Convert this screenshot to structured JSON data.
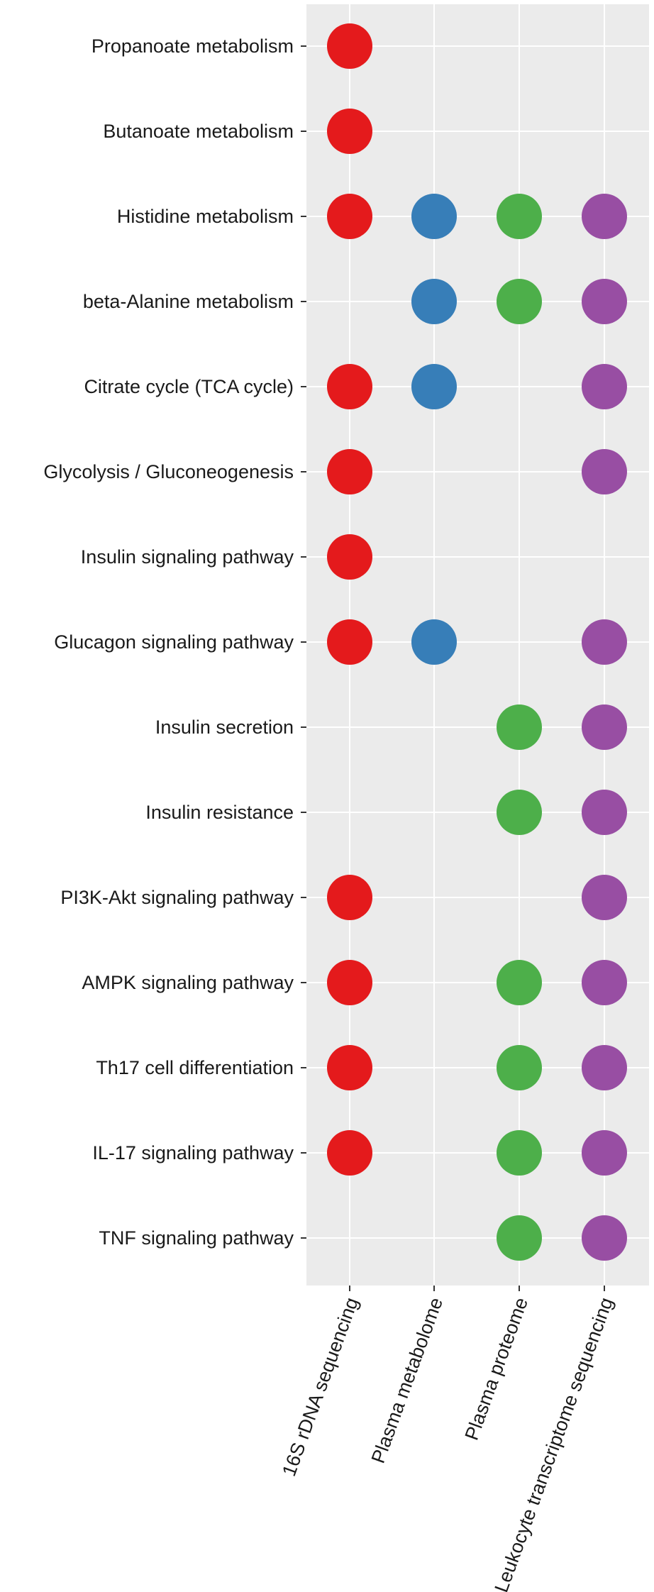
{
  "chart_data": {
    "type": "scatter",
    "title": "",
    "xlabel": "",
    "ylabel": "",
    "grid": true,
    "legend": "none",
    "x_categories": [
      "16S rDNA sequencing",
      "Plasma metabolome",
      "Plasma proteome",
      "Leukocyte transcriptome sequencing"
    ],
    "y_categories": [
      "Propanoate metabolism",
      "Butanoate metabolism",
      "Histidine metabolism",
      "beta-Alanine metabolism",
      "Citrate cycle (TCA cycle)",
      "Glycolysis / Gluconeogenesis",
      "Insulin signaling pathway",
      "Glucagon signaling pathway",
      "Insulin secretion",
      "Insulin resistance",
      "PI3K-Akt signaling pathway",
      "AMPK signaling pathway",
      "Th17 cell differentiation",
      "IL-17 signaling pathway",
      "TNF signaling pathway"
    ],
    "colors": [
      "#e41a1c",
      "#377eb8",
      "#4daf4a",
      "#984ea3"
    ],
    "panel_color": "#ebebeb",
    "grid_color": "#ffffff",
    "points": [
      [
        "16S rDNA sequencing",
        "Propanoate metabolism"
      ],
      [
        "16S rDNA sequencing",
        "Butanoate metabolism"
      ],
      [
        "16S rDNA sequencing",
        "Histidine metabolism"
      ],
      [
        "Plasma metabolome",
        "Histidine metabolism"
      ],
      [
        "Plasma proteome",
        "Histidine metabolism"
      ],
      [
        "Leukocyte transcriptome sequencing",
        "Histidine metabolism"
      ],
      [
        "Plasma metabolome",
        "beta-Alanine metabolism"
      ],
      [
        "Plasma proteome",
        "beta-Alanine metabolism"
      ],
      [
        "Leukocyte transcriptome sequencing",
        "beta-Alanine metabolism"
      ],
      [
        "16S rDNA sequencing",
        "Citrate cycle (TCA cycle)"
      ],
      [
        "Plasma metabolome",
        "Citrate cycle (TCA cycle)"
      ],
      [
        "Leukocyte transcriptome sequencing",
        "Citrate cycle (TCA cycle)"
      ],
      [
        "16S rDNA sequencing",
        "Glycolysis / Gluconeogenesis"
      ],
      [
        "Leukocyte transcriptome sequencing",
        "Glycolysis / Gluconeogenesis"
      ],
      [
        "16S rDNA sequencing",
        "Insulin signaling pathway"
      ],
      [
        "16S rDNA sequencing",
        "Glucagon signaling pathway"
      ],
      [
        "Plasma metabolome",
        "Glucagon signaling pathway"
      ],
      [
        "Leukocyte transcriptome sequencing",
        "Glucagon signaling pathway"
      ],
      [
        "Plasma proteome",
        "Insulin secretion"
      ],
      [
        "Leukocyte transcriptome sequencing",
        "Insulin secretion"
      ],
      [
        "Plasma proteome",
        "Insulin resistance"
      ],
      [
        "Leukocyte transcriptome sequencing",
        "Insulin resistance"
      ],
      [
        "16S rDNA sequencing",
        "PI3K-Akt signaling pathway"
      ],
      [
        "Leukocyte transcriptome sequencing",
        "PI3K-Akt signaling pathway"
      ],
      [
        "16S rDNA sequencing",
        "AMPK signaling pathway"
      ],
      [
        "Plasma proteome",
        "AMPK signaling pathway"
      ],
      [
        "Leukocyte transcriptome sequencing",
        "AMPK signaling pathway"
      ],
      [
        "16S rDNA sequencing",
        "Th17 cell differentiation"
      ],
      [
        "Plasma proteome",
        "Th17 cell differentiation"
      ],
      [
        "Leukocyte transcriptome sequencing",
        "Th17 cell differentiation"
      ],
      [
        "16S rDNA sequencing",
        "IL-17 signaling pathway"
      ],
      [
        "Plasma proteome",
        "IL-17 signaling pathway"
      ],
      [
        "Leukocyte transcriptome sequencing",
        "IL-17 signaling pathway"
      ],
      [
        "Plasma proteome",
        "TNF signaling pathway"
      ],
      [
        "Leukocyte transcriptome sequencing",
        "TNF signaling pathway"
      ]
    ]
  }
}
